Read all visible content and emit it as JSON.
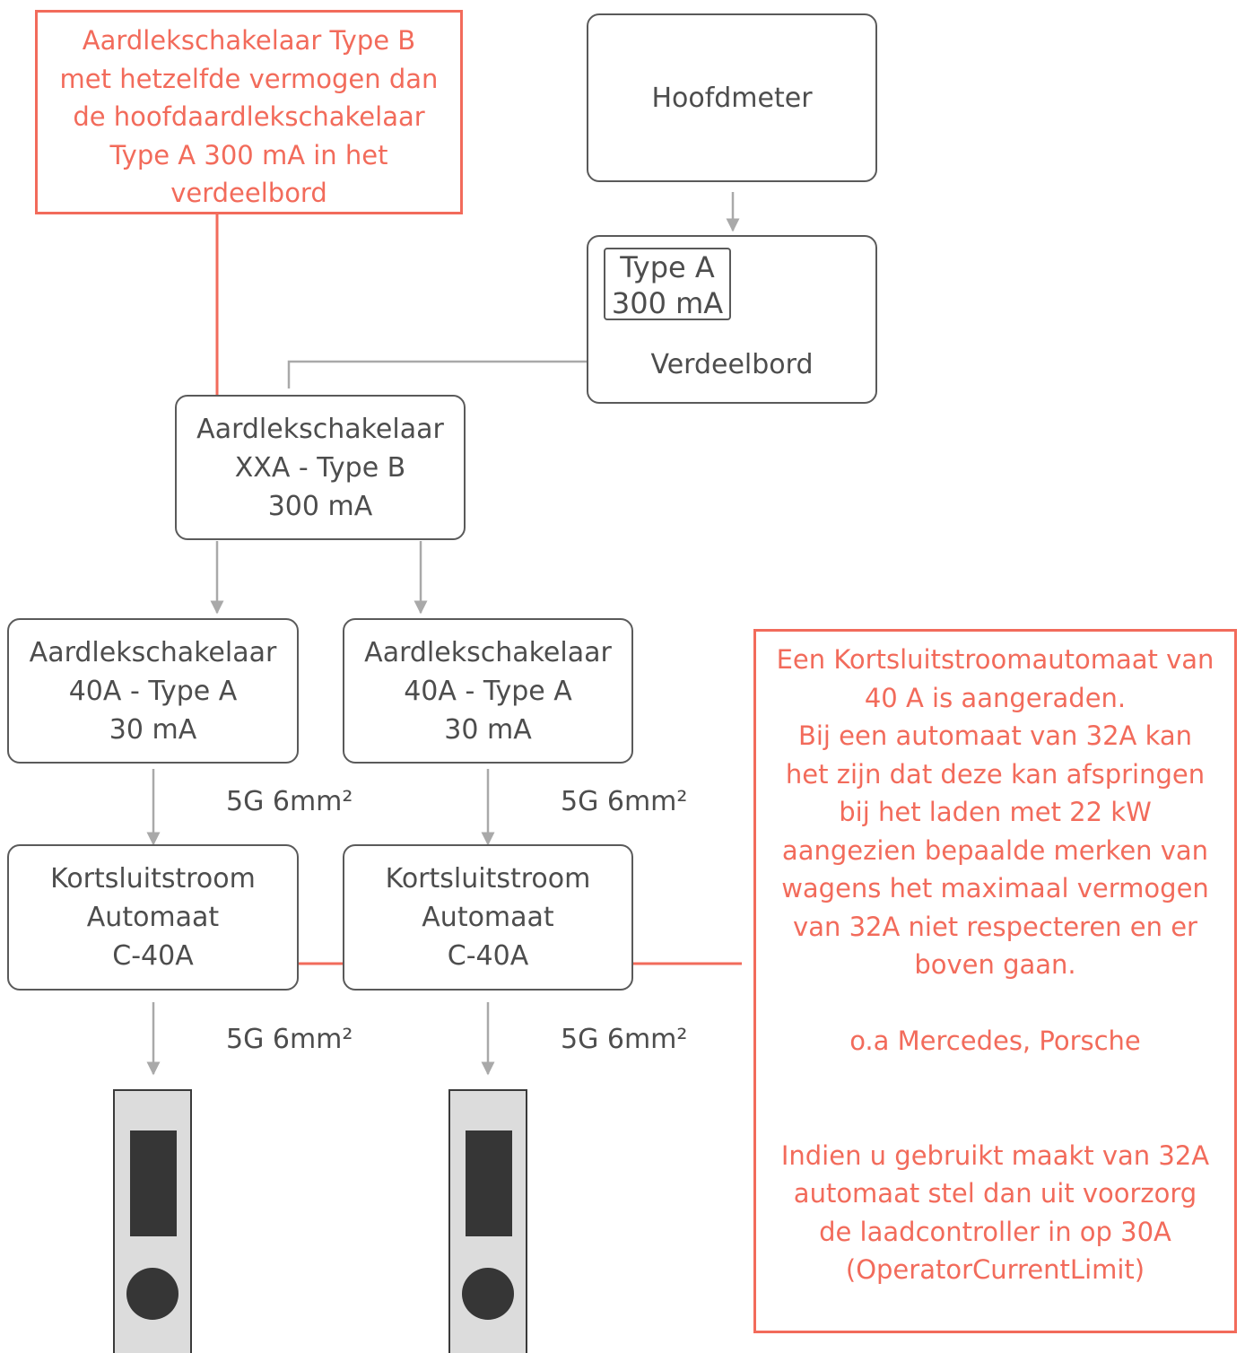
{
  "colors": {
    "accent": "#f26b5b",
    "line": "#a9a9a9",
    "text": "#4d4d4d",
    "charger_body": "#dcdcdc",
    "charger_parts": "#363636"
  },
  "notes": {
    "top": {
      "lines": [
        "Aardlekschakelaar Type B",
        "met hetzelfde vermogen dan",
        "de hoofdaardlekschakelaar",
        "Type A 300 mA in het",
        "verdeelbord"
      ]
    },
    "right": {
      "lines_1": [
        "Een Kortsluitstroomautomaat van",
        "40 A is aangeraden.",
        "Bij een automaat van 32A kan",
        "het zijn dat deze kan afspringen",
        "bij het laden met 22 kW",
        "aangezien bepaalde merken van",
        "wagens het maximaal vermogen",
        "van 32A niet respecteren en er",
        "boven gaan."
      ],
      "lines_2": [
        "o.a Mercedes, Porsche"
      ],
      "lines_3": [
        "Indien u gebruikt maakt van 32A",
        "automaat stel dan uit voorzorg",
        "de laadcontroller in op 30A",
        "(OperatorCurrentLimit)"
      ]
    }
  },
  "nodes": {
    "hoofdmeter": {
      "label": "Hoofdmeter"
    },
    "verdeelbord": {
      "label": "Verdeelbord",
      "inner": [
        "Type A",
        "300 mA"
      ]
    },
    "main_rcd": {
      "lines": [
        "Aardlekschakelaar",
        "XXA - Type B",
        "300 mA"
      ]
    },
    "rcd_left": {
      "lines": [
        "Aardlekschakelaar",
        "40A - Type A",
        "30 mA"
      ]
    },
    "rcd_right": {
      "lines": [
        "Aardlekschakelaar",
        "40A - Type A",
        "30 mA"
      ]
    },
    "mcb_left": {
      "lines": [
        "Kortsluitstroom",
        "Automaat",
        "C-40A"
      ]
    },
    "mcb_right": {
      "lines": [
        "Kortsluitstroom",
        "Automaat",
        "C-40A"
      ]
    }
  },
  "cables": {
    "upper_left": "5G 6mm²",
    "upper_right": "5G 6mm²",
    "lower_left": "5G 6mm²",
    "lower_right": "5G 6mm²"
  }
}
